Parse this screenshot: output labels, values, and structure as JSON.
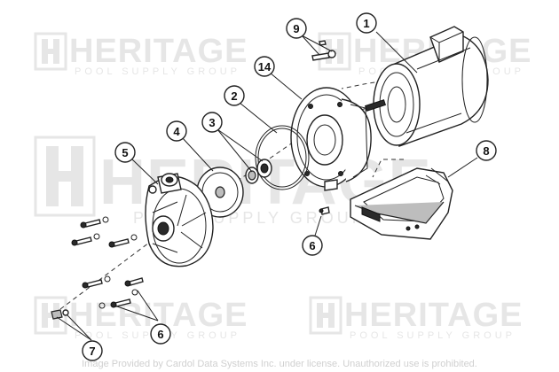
{
  "watermark": {
    "brand": "HERITAGE",
    "tagline": "POOL SUPPLY GROUP"
  },
  "callouts": {
    "c1": "1",
    "c2": "2",
    "c3": "3",
    "c4": "4",
    "c5": "5",
    "c6a": "6",
    "c6b": "6",
    "c7": "7",
    "c8": "8",
    "c9": "9",
    "c14": "14"
  },
  "credit": "Image Provided by Cardol Data Systems Inc. under license. Unauthorized use is prohibited."
}
